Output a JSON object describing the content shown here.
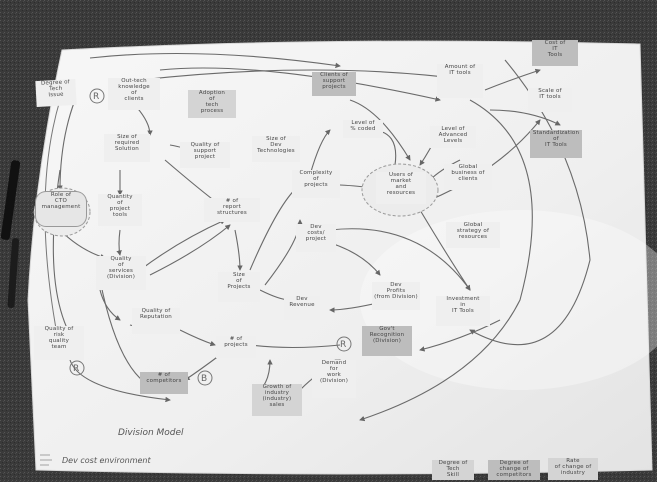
{
  "notes": {
    "n01": "Degree of\nTech\nIssue",
    "n02": "Out-tech\nknowledge\nof\nclients",
    "n03": "Adoption\nof\ntech\nprocess",
    "n04": "Size of\nrequired\nSolution",
    "n05": "Quality of\nsupport\nproject",
    "n06": "Size of\nDev\nTechnologies",
    "n07": "Clients of\nsupport\nprojects",
    "n08": "Level of\n% coded",
    "n09": "Amount of\nIT tools",
    "n10": "Cost of\nIT\nTools",
    "n11": "Scale of\nIT tools",
    "n12": "Standardization\nof\nIT Tools",
    "n13": "Level of\nAdvanced\nLevels",
    "n14": "Global\nbusiness of\nclients",
    "n15": "Users of\nmarket\nand\nresources",
    "n16": "Complexity\nof\nprojects",
    "n17": "# of\nreport\nstructures",
    "n18": "Role of\nCTO\nmanagement",
    "n19": "Quantity\nof\nproject\ntools",
    "n20": "Global\nstrategy of\nresources",
    "n21": "Dev\ncosts/\nproject",
    "n22": "Quality\nof\nservices\n(Division)",
    "n23": "Size\nof\nProjects",
    "n24": "Dev\nProfits\n(from Division)",
    "n25": "Investment\nin\nIT Tools",
    "n26": "Quality of\nReputation",
    "n27": "Dev\nRevenue",
    "n28": "Gov't\nRecognition\n(Division)",
    "n29": "Quality of\nrisk\nquality\nteam",
    "n30": "# of\nprojects",
    "n31": "# of\ncompetitors",
    "n32": "Growth of\nindustry\n(industry)\nsales",
    "n33": "Demand\nfor\nwork\n(Division)",
    "n34": "Degree of\nTech\nSkill",
    "n35": "Degree of\nchange of\ncompetitors",
    "n36": "Rate\nof change of\nindustry"
  },
  "loop_markers": [
    "R",
    "R",
    "R",
    "B"
  ],
  "handwriting": {
    "title": "Division Model",
    "subtitle": "Dev cost environment"
  },
  "colors": {
    "backdrop": "#3e3e3e",
    "paper": "#f3f3f3",
    "ink": "#5a5a5a"
  }
}
